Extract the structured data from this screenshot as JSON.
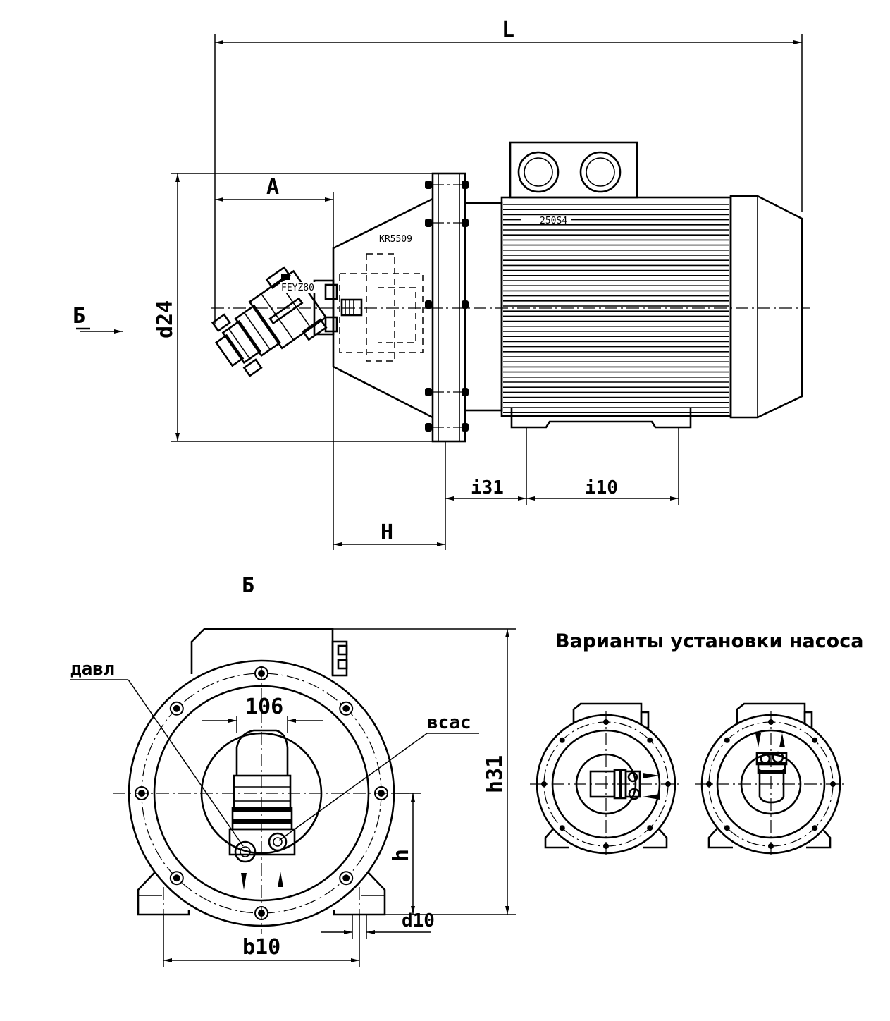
{
  "dimensions": {
    "L": "L",
    "A": "A",
    "d24": "d24",
    "i31": "i31",
    "i10": "i10",
    "H": "H",
    "h31": "h31",
    "h": "h",
    "d10": "d10",
    "b10": "b10",
    "d106": "106"
  },
  "view_marks": {
    "arrow_letter": "Б",
    "view_title": "Б"
  },
  "plates": {
    "pump": "FEYZ80",
    "bellhousing": "KR5509",
    "motor": "250S4"
  },
  "ports": {
    "pressure": "давл",
    "suction": "всас"
  },
  "variants": {
    "title": "Варианты установки насоса"
  }
}
